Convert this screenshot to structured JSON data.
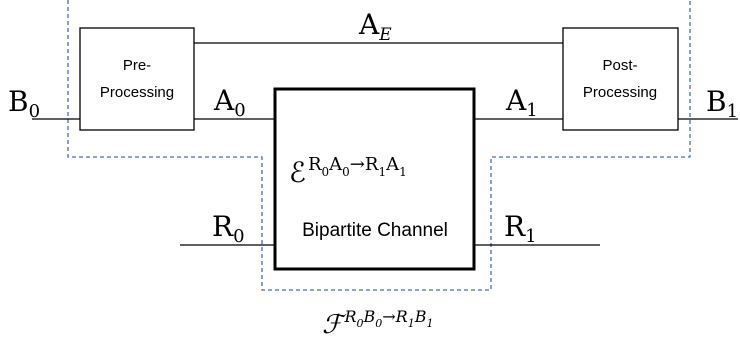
{
  "blocks": {
    "pre": {
      "line1": "Pre-",
      "line2": "Processing"
    },
    "post": {
      "line1": "Post-",
      "line2": "Processing"
    },
    "channel": {
      "label": "Bipartite Channel",
      "symbol": "ℰ",
      "superscript_parts": [
        "R",
        "0",
        "A",
        "0",
        "→",
        "R",
        "1",
        "A",
        "1"
      ]
    }
  },
  "wires": {
    "B0": {
      "letter": "B",
      "sub": "0"
    },
    "B1": {
      "letter": "B",
      "sub": "1"
    },
    "A0": {
      "letter": "A",
      "sub": "0"
    },
    "A1": {
      "letter": "A",
      "sub": "1"
    },
    "AE": {
      "letter": "A",
      "sub": "E"
    },
    "R0": {
      "letter": "R",
      "sub": "0"
    },
    "R1": {
      "letter": "R",
      "sub": "1"
    }
  },
  "supermap": {
    "symbol": "ℱ",
    "superscript_parts": [
      "R",
      "0",
      "B",
      "0",
      "→",
      "R",
      "1",
      "B",
      "1"
    ]
  },
  "colors": {
    "ink": "#000000",
    "boundary": "#4a6fa5"
  }
}
